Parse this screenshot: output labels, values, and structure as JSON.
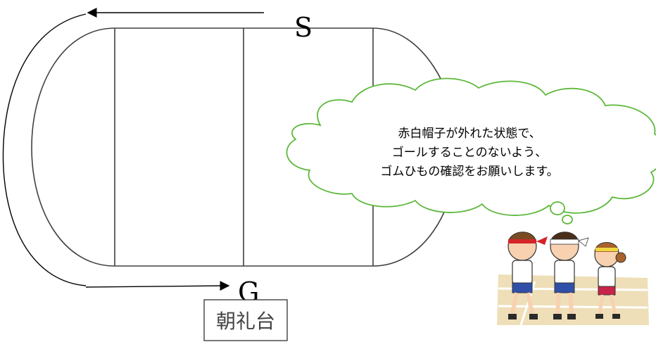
{
  "labels": {
    "start": "S",
    "goal": "G",
    "stand": "朝礼台"
  },
  "bubble": {
    "lines": [
      "赤白帽子が外れた状態で、",
      "ゴールすることのないよう、",
      "ゴムひもの確認をお願いします。"
    ]
  },
  "colors": {
    "bubble_stroke": "#5cb83a",
    "track_stroke": "#404040",
    "arrow": "#000000"
  },
  "illustration": {
    "icon": "children-running-icon"
  }
}
